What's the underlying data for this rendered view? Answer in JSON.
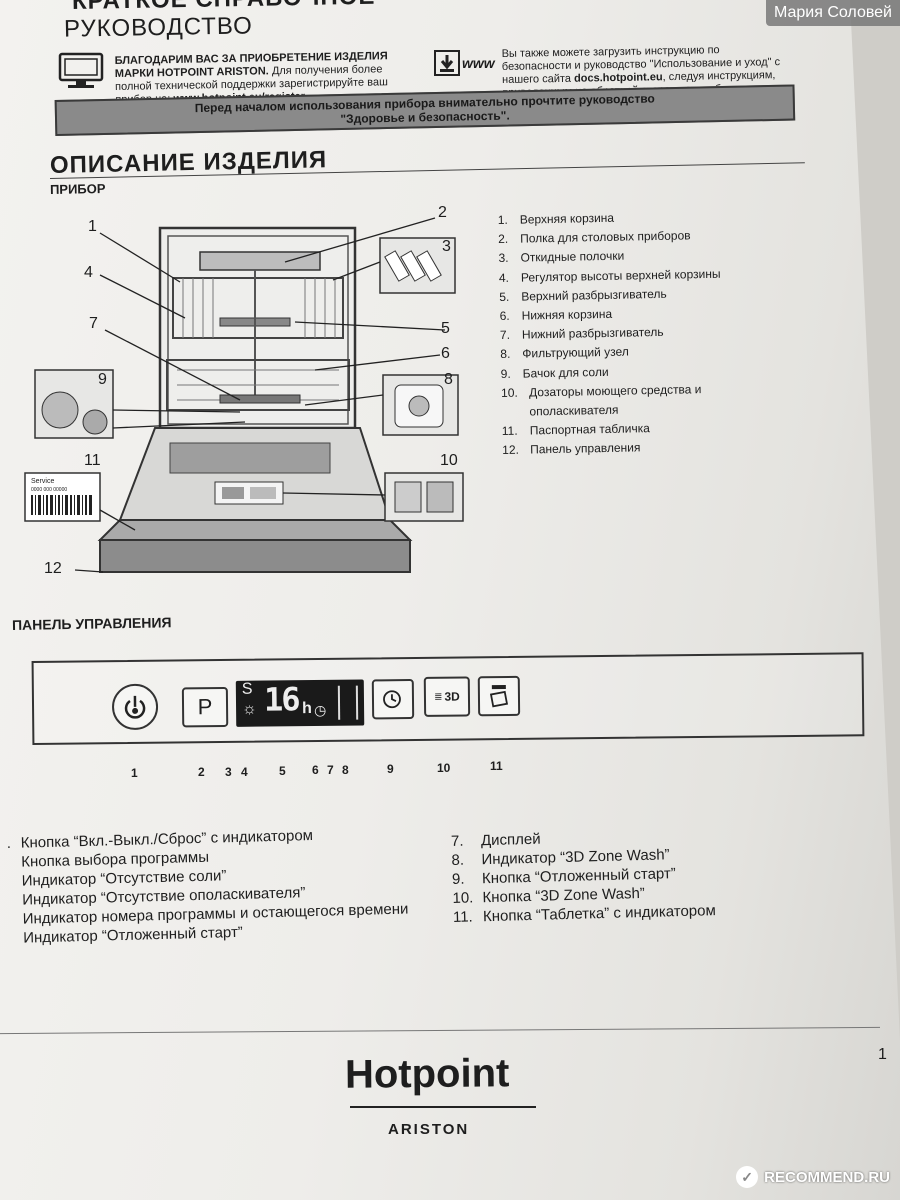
{
  "watermark": {
    "user": "Мария Соловей",
    "site": "RECOMMEND.RU"
  },
  "header": {
    "title_line1": "КРАТКОЕ СПРАВОЧНОЕ",
    "title_line2": "РУКОВОДСТВО",
    "left_text_bold": "БЛАГОДАРИМ ВАС ЗА ПРИОБРЕТЕНИЕ ИЗДЕЛИЯ МАРКИ HOTPOINT ARISTON.",
    "left_text": "Для получения более полной технической поддержки зарегистрируйте ваш прибор на:",
    "left_url": "www.hotpoint.eu/register",
    "www_label": "www",
    "right_text1": "Вы также можете загрузить инструкцию по безопасности и руководство \"Использование и уход\" с нашего сайта",
    "right_url": "docs.hotpoint.eu",
    "right_text2": ", следуя инструкциям, приведенным на обратной стороне этого буклета."
  },
  "banner": {
    "line1": "Перед началом использования прибора внимательно прочтите руководство",
    "line2": "\"Здоровье и безопасность\"."
  },
  "product": {
    "title": "ОПИСАНИЕ ИЗДЕЛИЯ",
    "subtitle": "ПРИБОР",
    "callouts": [
      "1",
      "2",
      "3",
      "4",
      "5",
      "6",
      "7",
      "8",
      "9",
      "10",
      "11",
      "12"
    ],
    "rating_plate": {
      "line1": "Service",
      "line2": "0000 000 00000"
    },
    "parts": [
      {
        "n": "1.",
        "label": "Верхняя корзина"
      },
      {
        "n": "2.",
        "label": "Полка для столовых приборов"
      },
      {
        "n": "3.",
        "label": "Откидные полочки"
      },
      {
        "n": "4.",
        "label": "Регулятор высоты верхней корзины"
      },
      {
        "n": "5.",
        "label": "Верхний разбрызгиватель"
      },
      {
        "n": "6.",
        "label": "Нижняя корзина"
      },
      {
        "n": "7.",
        "label": "Нижний разбрызгиватель"
      },
      {
        "n": "8.",
        "label": "Фильтрующий узел"
      },
      {
        "n": "9.",
        "label": "Бачок для соли"
      },
      {
        "n": "10.",
        "label": "Дозаторы моющего средства и"
      },
      {
        "n": "",
        "label": "ополаскивателя"
      },
      {
        "n": "11.",
        "label": "Паспортная табличка"
      },
      {
        "n": "12.",
        "label": "Панель управления"
      }
    ]
  },
  "panel": {
    "title": "ПАНЕЛЬ УПРАВЛЕНИЯ",
    "program_button": "P",
    "display_digits": "16",
    "display_unit": "h",
    "display_salt": "S",
    "zone_label": "3D",
    "numbers": [
      "1",
      "2",
      "3",
      "4",
      "5",
      "6",
      "7",
      "8",
      "9",
      "10",
      "11"
    ],
    "legend_left": [
      {
        "n": ".",
        "label": "Кнопка “Вкл.-Выкл./Сброс” с индикатором"
      },
      {
        "n": "",
        "label": "Кнопка выбора программы"
      },
      {
        "n": "",
        "label": "Индикатор “Отсутствие соли”"
      },
      {
        "n": "",
        "label": "Индикатор “Отсутствие ополаскивателя”"
      },
      {
        "n": "",
        "label": "Индикатор номера программы и остающегося времени"
      },
      {
        "n": "",
        "label": "Индикатор “Отложенный старт”"
      }
    ],
    "legend_right": [
      {
        "n": "7.",
        "label": "Дисплей"
      },
      {
        "n": "8.",
        "label": "Индикатор “3D Zone Wash”"
      },
      {
        "n": "9.",
        "label": "Кнопка “Отложенный старт”"
      },
      {
        "n": "10.",
        "label": "Кнопка “3D Zone Wash”"
      },
      {
        "n": "11.",
        "label": "Кнопка “Таблетка” с индикатором"
      }
    ]
  },
  "footer": {
    "page_number": "1",
    "brand": "Hotpoint",
    "brand_sub": "ARISTON"
  }
}
